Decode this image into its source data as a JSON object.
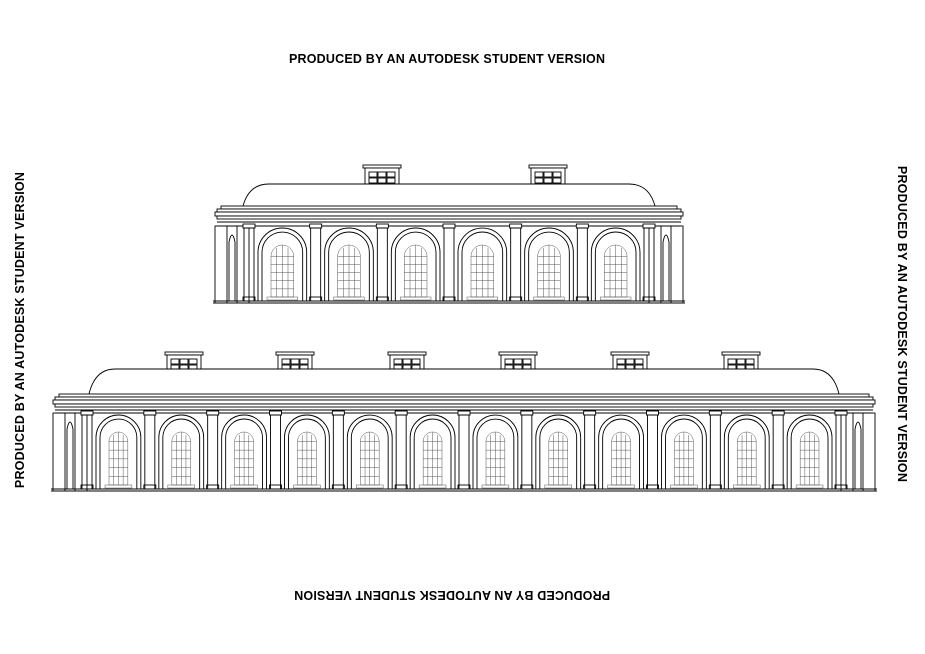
{
  "watermarks": {
    "top": "PRODUCED BY AN AUTODESK STUDENT VERSION",
    "bottom": "PRODUCED BY AN AUTODESK STUDENT VERSION",
    "left": "PRODUCED BY AN AUTODESK STUDENT VERSION",
    "right": "PRODUCED BY AN AUTODESK STUDENT VERSION"
  },
  "elevations": [
    {
      "name": "upper-elevation",
      "bays": 6,
      "dormers": 2
    },
    {
      "name": "lower-elevation",
      "bays": 12,
      "dormers": 6
    }
  ],
  "colors": {
    "line": "#000000",
    "light_line": "#555555",
    "background": "#ffffff"
  }
}
